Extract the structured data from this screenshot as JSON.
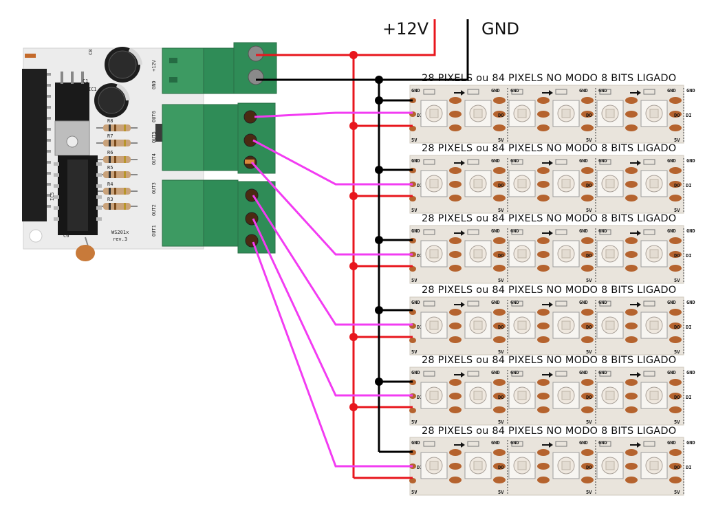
{
  "power": {
    "v12_label": "+12V",
    "gnd_label": "GND"
  },
  "board": {
    "model": "WS201x",
    "revision": "rev.3",
    "terminal_labels": [
      "+12V",
      "GND",
      "OUT6",
      "OUT5",
      "OUT4",
      "OUT3",
      "OUT2",
      "OUT1"
    ],
    "component_labels": [
      "C8",
      "C1",
      "IC1",
      "R8",
      "R7",
      "R6",
      "R5",
      "R4",
      "R3",
      "IC5",
      "C6"
    ]
  },
  "strip": {
    "title": "28 PIXELS ou 84 PIXELS NO MODO 8 BITS LIGADO",
    "pad_labels": {
      "gnd": "GND",
      "di": "DI",
      "do": "DO",
      "v5": "5V"
    },
    "count": 6
  },
  "strips": [
    {
      "title": "28 PIXELS ou 84 PIXELS NO MODO 8 BITS LIGADO"
    },
    {
      "title": "28 PIXELS ou 84 PIXELS NO MODO 8 BITS LIGADO"
    },
    {
      "title": "28 PIXELS ou 84 PIXELS NO MODO 8 BITS LIGADO"
    },
    {
      "title": "28 PIXELS ou 84 PIXELS NO MODO 8 BITS LIGADO"
    },
    {
      "title": "28 PIXELS ou 84 PIXELS NO MODO 8 BITS LIGADO"
    },
    {
      "title": "28 PIXELS ou 84 PIXELS NO MODO 8 BITS LIGADO"
    }
  ],
  "colors": {
    "v12_wire": "#e8161d",
    "gnd_wire": "#000000",
    "data_wire": "#f23cf2",
    "terminal_block": "#2f8c57",
    "pcb": "#ececec",
    "pad": "#b5632e"
  }
}
